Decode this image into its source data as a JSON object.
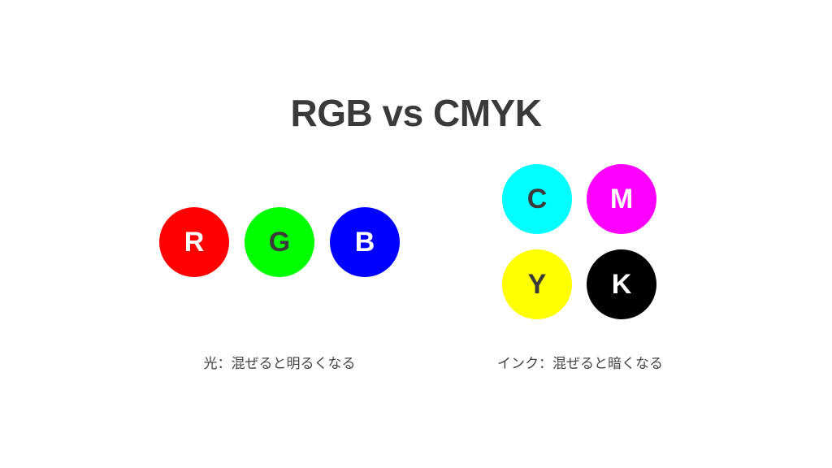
{
  "title": "RGB vs CMYK",
  "rgb": [
    {
      "label": "R",
      "color": "#ff0000",
      "text_color": "#ffffff"
    },
    {
      "label": "G",
      "color": "#00ff00",
      "text_color": "#3a3a3a"
    },
    {
      "label": "B",
      "color": "#0000ff",
      "text_color": "#ffffff"
    }
  ],
  "cmyk": [
    {
      "label": "C",
      "color": "#00ffff",
      "text_color": "#3a3a3a"
    },
    {
      "label": "M",
      "color": "#ff00ff",
      "text_color": "#ffffff"
    },
    {
      "label": "Y",
      "color": "#ffff00",
      "text_color": "#3a3a3a"
    },
    {
      "label": "K",
      "color": "#000000",
      "text_color": "#ffffff"
    }
  ],
  "captions": {
    "rgb": "光：混ぜると明るくなる",
    "cmyk": "インク：混ぜると暗くなる"
  }
}
